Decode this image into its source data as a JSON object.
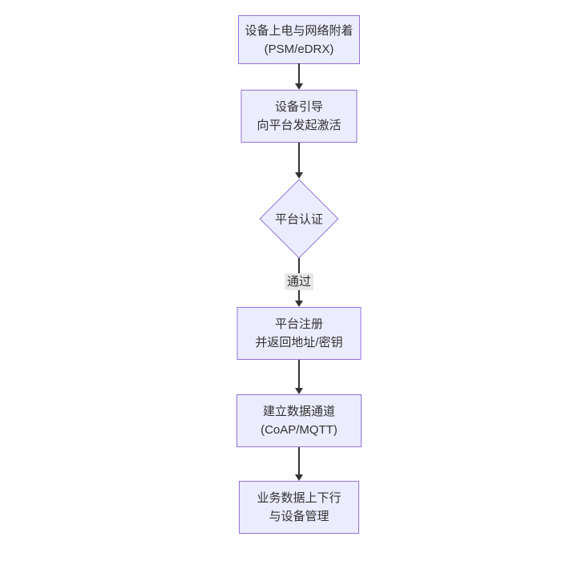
{
  "diagram": {
    "type": "flowchart",
    "direction": "top-down",
    "colors": {
      "background": "#ffffff",
      "node_fill": "#ECECFF",
      "node_border": "#9370DB",
      "arrow_color": "#333333",
      "edge_label_bg": "#e8e8e8",
      "text_color": "#333333"
    },
    "nodes": [
      {
        "id": "power-attach",
        "shape": "rect",
        "lines": [
          "设备上电与网络附着",
          "(PSM/eDRX)"
        ]
      },
      {
        "id": "bootstrap",
        "shape": "rect",
        "lines": [
          "设备引导",
          "向平台发起激活"
        ]
      },
      {
        "id": "auth",
        "shape": "diamond",
        "lines": [
          "平台认证"
        ]
      },
      {
        "id": "register",
        "shape": "rect",
        "lines": [
          "平台注册",
          "并返回地址/密钥"
        ]
      },
      {
        "id": "data-channel",
        "shape": "rect",
        "lines": [
          "建立数据通道",
          "(CoAP/MQTT)"
        ]
      },
      {
        "id": "business",
        "shape": "rect",
        "lines": [
          "业务数据上下行",
          "与设备管理"
        ]
      }
    ],
    "edges": [
      {
        "from": "power-attach",
        "to": "bootstrap",
        "label": ""
      },
      {
        "from": "bootstrap",
        "to": "auth",
        "label": ""
      },
      {
        "from": "auth",
        "to": "register",
        "label": "通过"
      },
      {
        "from": "register",
        "to": "data-channel",
        "label": ""
      },
      {
        "from": "data-channel",
        "to": "business",
        "label": ""
      }
    ]
  }
}
